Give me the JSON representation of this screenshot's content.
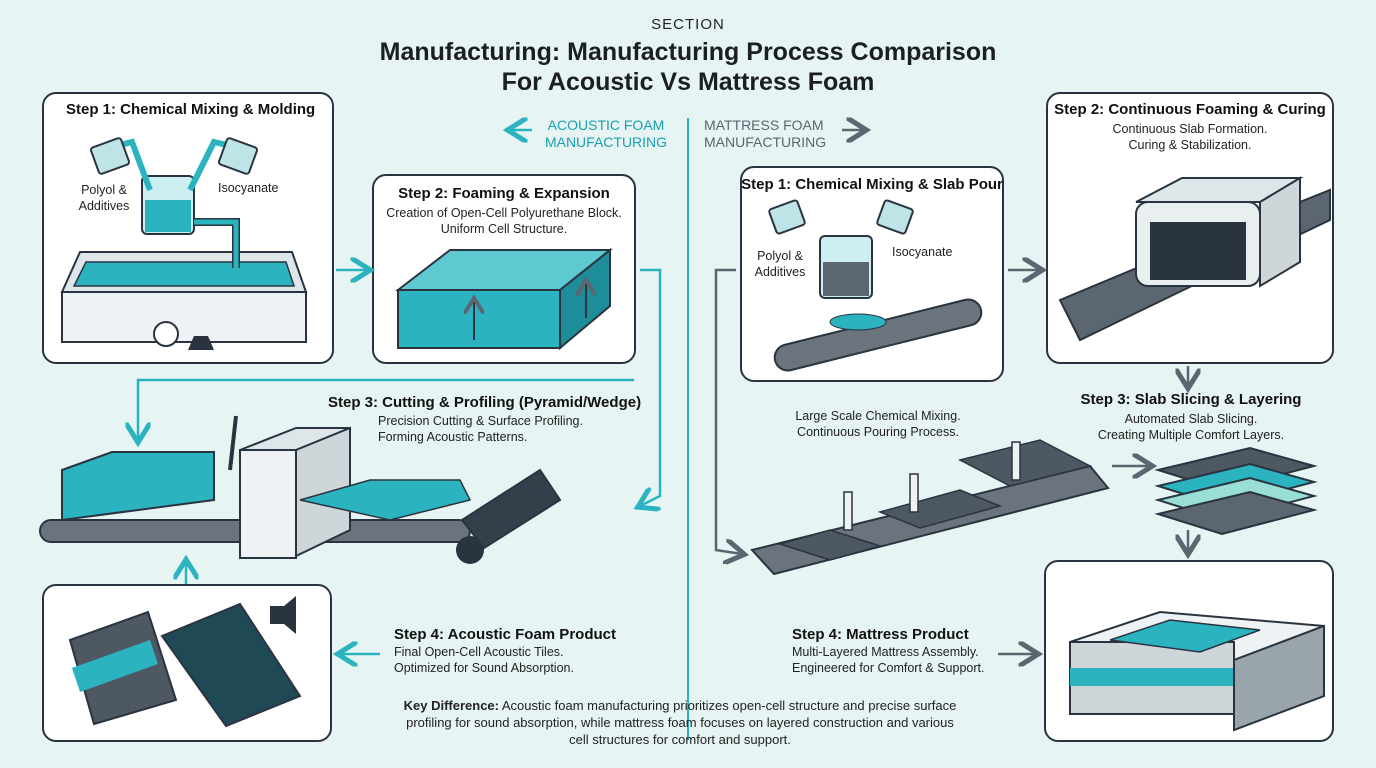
{
  "header": {
    "kicker": "SECTION",
    "title_line1": "Manufacturing: Manufacturing Process Comparison",
    "title_line2": "For Acoustic Vs Mattress Foam"
  },
  "acoustic": {
    "heading_line1": "ACOUSTIC FOAM",
    "heading_line2": "MANUFACTURING",
    "step1": {
      "title": "Step 1: Chemical Mixing & Molding",
      "label_left_1": "Polyol &",
      "label_left_2": "Additives",
      "label_right": "Isocyanate"
    },
    "step2": {
      "title": "Step 2: Foaming & Expansion",
      "desc_1": "Creation of Open-Cell Polyurethane Block.",
      "desc_2": "Uniform Cell Structure."
    },
    "step3": {
      "title": "Step 3: Cutting & Profiling (Pyramid/Wedge)",
      "desc_1": "Precision Cutting & Surface Profiling.",
      "desc_2": "Forming Acoustic Patterns."
    },
    "step4": {
      "title": "Step 4: Acoustic Foam Product",
      "desc_1": "Final Open-Cell Acoustic Tiles.",
      "desc_2": "Optimized for Sound Absorption."
    }
  },
  "mattress": {
    "heading_line1": "MATTRESS FOAM",
    "heading_line2": "MANUFACTURING",
    "step1": {
      "title": "Step 1: Chemical Mixing & Slab Pour",
      "label_left_1": "Polyol &",
      "label_left_2": "Additives",
      "label_right": "Isocyanate",
      "desc_1": "Large Scale Chemical Mixing.",
      "desc_2": "Continuous Pouring Process."
    },
    "step2": {
      "title": "Step 2: Continuous Foaming & Curing",
      "desc_1": "Continuous Slab Formation.",
      "desc_2": "Curing & Stabilization."
    },
    "step3": {
      "title": "Step 3: Slab Slicing & Layering",
      "desc_1": "Automated Slab Slicing.",
      "desc_2": "Creating Multiple Comfort Layers."
    },
    "step4": {
      "title": "Step 4: Mattress Product",
      "desc_1": "Multi-Layered Mattress Assembly.",
      "desc_2": "Engineered for Comfort & Support."
    }
  },
  "footer": {
    "label": "Key Difference:",
    "text_1": "Acoustic foam manufacturing prioritizes open-cell structure and precise surface",
    "text_2": "profiling for sound absorption, while mattress foam focuses on layered construction and various",
    "text_3": "cell structures for comfort and support."
  },
  "colors": {
    "teal": "#2bb3c0",
    "dark": "#2a3440",
    "gray": "#5c6670",
    "accent_text": "#1aa0ae",
    "background": "#e6f4f3"
  }
}
